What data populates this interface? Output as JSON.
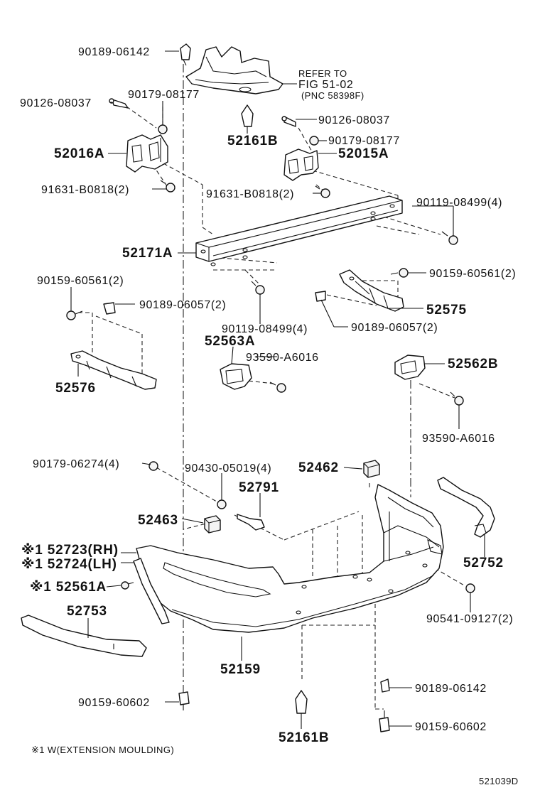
{
  "labels": {
    "p90189_06142_top": "90189-06142",
    "refer_to_line1": "REFER TO",
    "refer_to_line2": "FIG 51-02",
    "refer_to_line3": "(PNC 58398F)",
    "p90179_08177_left": "90179-08177",
    "p90126_08037_left": "90126-08037",
    "p52161B_top": "52161B",
    "p90126_08037_right": "90126-08037",
    "p90179_08177_right": "90179-08177",
    "p52016A": "52016A",
    "p52015A": "52015A",
    "p91631_B0818_left": "91631-B0818(2)",
    "p91631_B0818_right": "91631-B0818(2)",
    "p90119_08499_right": "90119-08499(4)",
    "p52171A": "52171A",
    "p90159_60561_left": "90159-60561(2)",
    "p90159_60561_right": "90159-60561(2)",
    "p90189_06057_left": "90189-06057(2)",
    "p52575": "52575",
    "p90119_08499_mid": "90119-08499(4)",
    "p90189_06057_right": "90189-06057(2)",
    "p52563A": "52563A",
    "p93590_A6016_left": "93590-A6016",
    "p52562B": "52562B",
    "p52576": "52576",
    "p93590_A6016_right": "93590-A6016",
    "p90179_06274": "90179-06274(4)",
    "p90430_05019": "90430-05019(4)",
    "p52462": "52462",
    "p52791": "52791",
    "p52463": "52463",
    "p52723": "※1 52723(RH)",
    "p52724": "※1 52724(LH)",
    "p52752": "52752",
    "p52561A": "※1 52561A",
    "p52753": "52753",
    "p90541_09127": "90541-09127(2)",
    "p52159": "52159",
    "p90189_06142_bottom": "90189-06142",
    "p90159_60602_left": "90159-60602",
    "p90159_60602_right": "90159-60602",
    "p52161B_bottom": "52161B"
  },
  "footnote": "※1 W(EXTENSION MOULDING)",
  "figure_code": "521039D"
}
